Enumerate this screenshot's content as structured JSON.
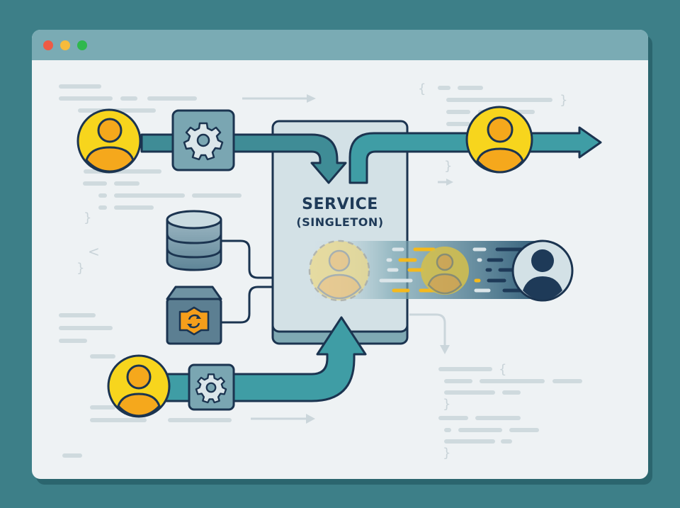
{
  "window": {
    "controls": [
      {
        "name": "close",
        "color": "#ee5b45"
      },
      {
        "name": "minimize",
        "color": "#f6bb3c"
      },
      {
        "name": "maximize",
        "color": "#2fb84d"
      }
    ],
    "titlebar_color": "#7aabb4",
    "body_color": "#eef2f4"
  },
  "service": {
    "title": "SERVICE",
    "subtitle": "(SINGLETON)"
  },
  "nodes": {
    "client_top_left": {
      "icon": "user-icon",
      "color": "#f7d51d"
    },
    "gear_top": {
      "icon": "gear-icon"
    },
    "client_top_right": {
      "icon": "user-icon",
      "color": "#f7d51d"
    },
    "database": {
      "icon": "database-icon"
    },
    "cache_box": {
      "icon": "sync-box-icon",
      "accent": "#f59e1b"
    },
    "client_bottom_left": {
      "icon": "user-icon",
      "color": "#f7d51d"
    },
    "gear_bottom": {
      "icon": "gear-icon"
    },
    "ghost_instance": {
      "icon": "user-icon",
      "style": "dashed-faded"
    },
    "moving_instance": {
      "icon": "user-icon",
      "style": "motion"
    },
    "dark_user": {
      "icon": "user-icon",
      "color": "#1e3a58"
    }
  },
  "colors": {
    "teal_arrow": "#3f9da5",
    "outline": "#1b3450",
    "panel": "#c9dbe1",
    "gear_box": "#7aa6b2",
    "orange": "#f5a81c",
    "yellow": "#f7d51d",
    "code_line": "#cbd6db"
  }
}
